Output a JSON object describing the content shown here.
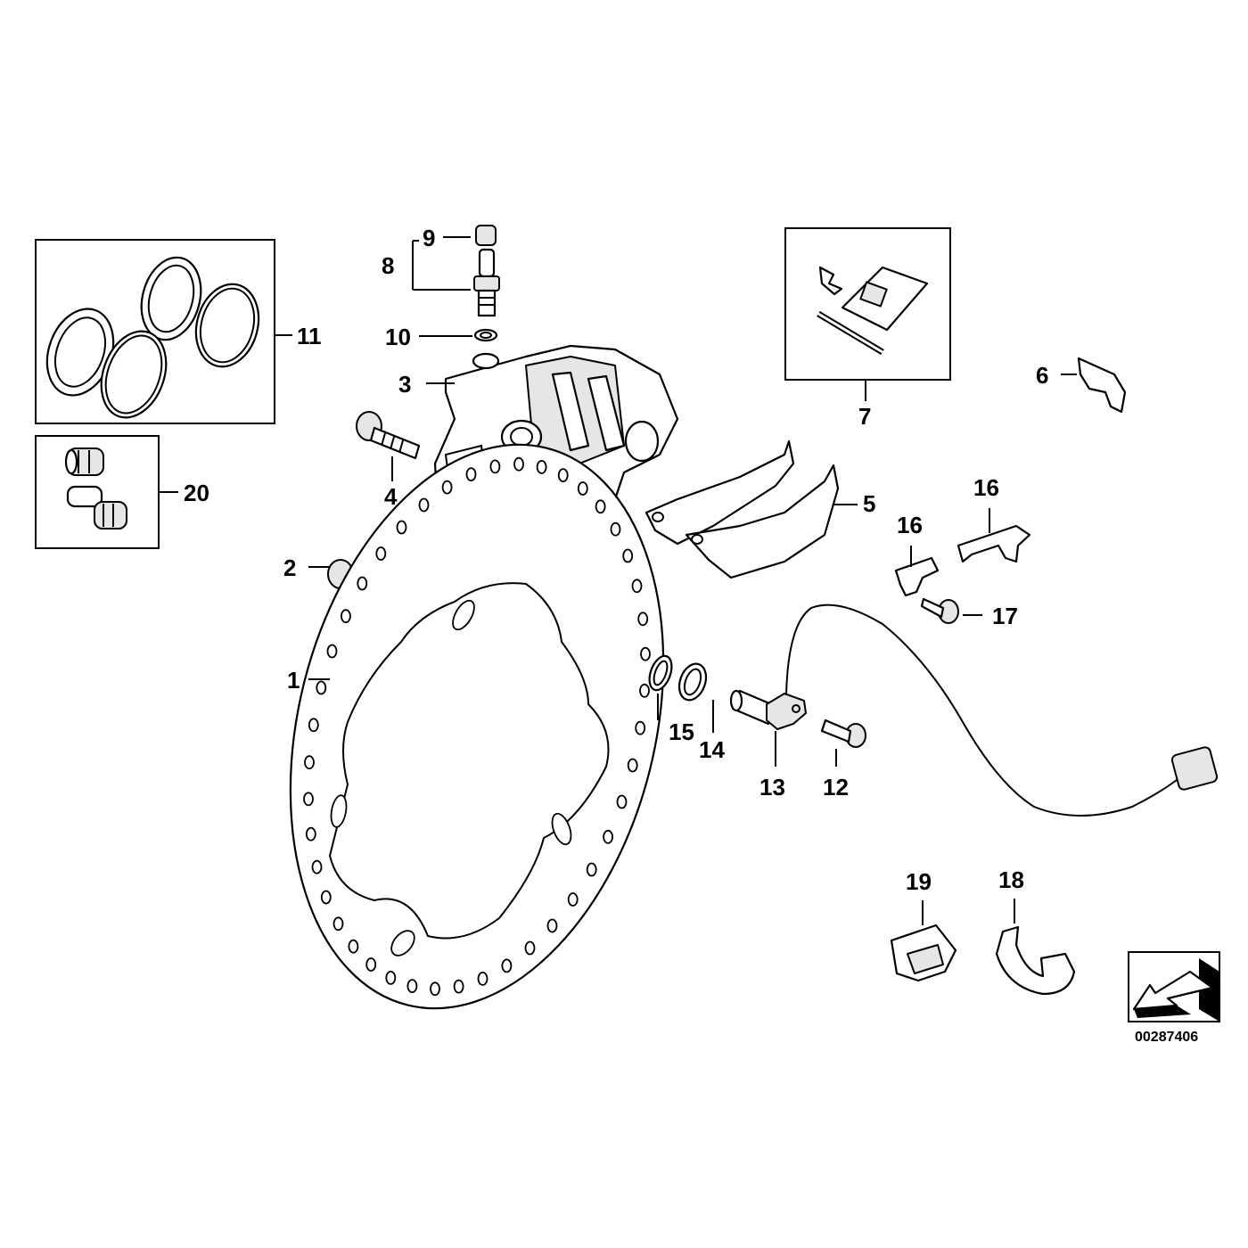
{
  "diagram": {
    "labels": [
      "1",
      "2",
      "3",
      "4",
      "5",
      "6",
      "7",
      "8",
      "9",
      "10",
      "11",
      "12",
      "13",
      "14",
      "15",
      "16",
      "16",
      "17",
      "18",
      "19",
      "20"
    ],
    "reference_number": "00287406"
  }
}
